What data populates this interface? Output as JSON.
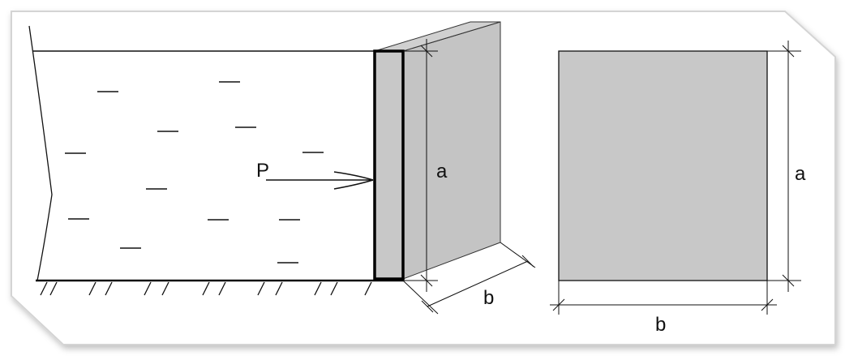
{
  "labels": {
    "force": "P",
    "height_side": "a",
    "width_side": "b",
    "height_front": "a",
    "width_front": "b"
  },
  "colors": {
    "frame_fill": "#ffffff",
    "frame_edge": "#dcdcdc",
    "line": "#111111",
    "plate": "#c8c8c8",
    "plate_face": "#c4c4c4",
    "plate_top": "#cfcfcf"
  }
}
